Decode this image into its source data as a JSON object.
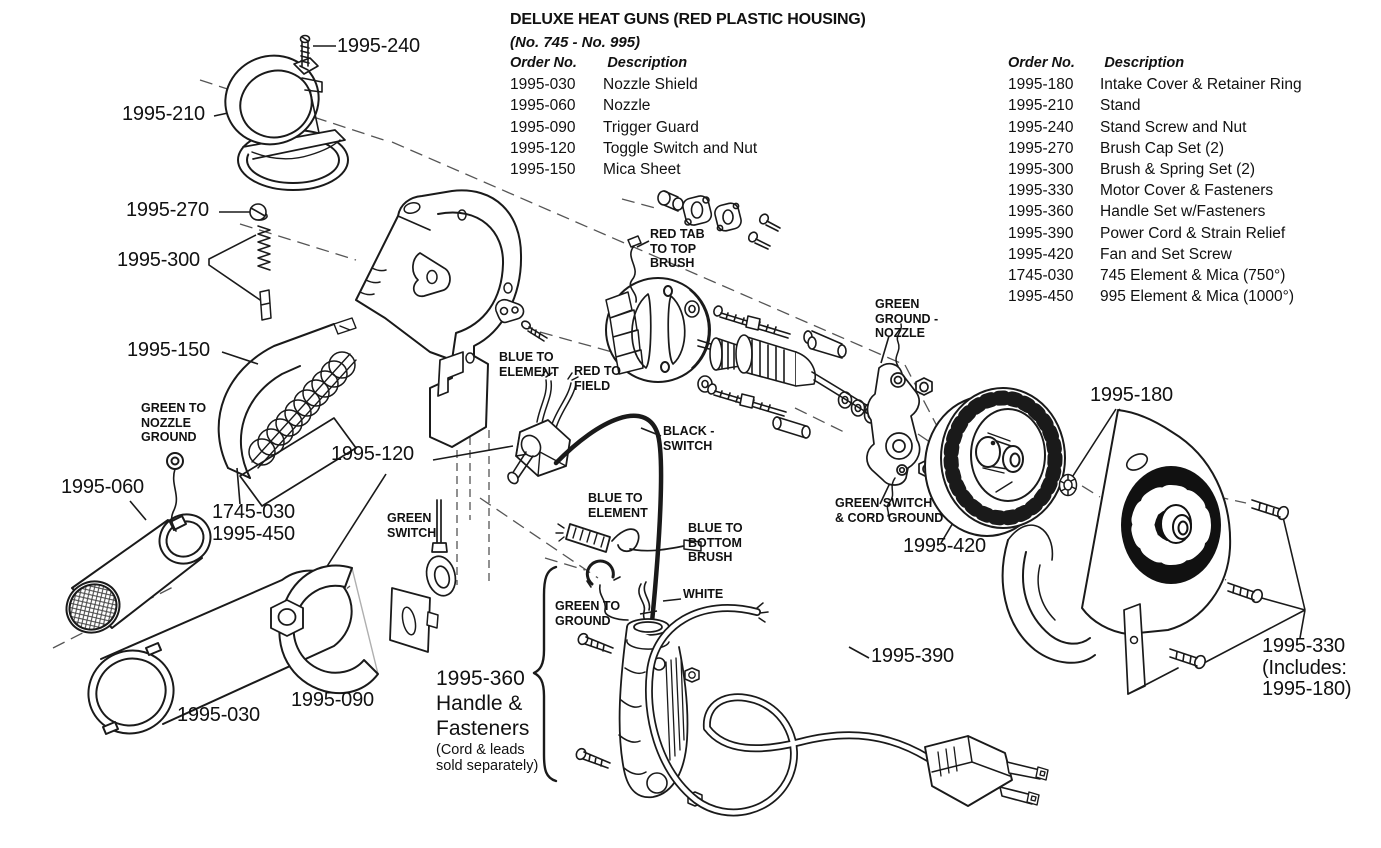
{
  "header": {
    "title": "DELUXE HEAT GUNS (RED PLASTIC HOUSING)",
    "subtitle": "(No. 745 - No. 995)"
  },
  "left_table": {
    "order_col": "Order No.",
    "desc_col": "Description",
    "rows": [
      {
        "no": "1995-030",
        "desc": "Nozzle Shield"
      },
      {
        "no": "1995-060",
        "desc": "Nozzle"
      },
      {
        "no": "1995-090",
        "desc": "Trigger Guard"
      },
      {
        "no": "1995-120",
        "desc": "Toggle Switch and Nut"
      },
      {
        "no": "1995-150",
        "desc": "Mica Sheet"
      }
    ]
  },
  "right_table": {
    "order_col": "Order No.",
    "desc_col": "Description",
    "rows": [
      {
        "no": "1995-180",
        "desc": "Intake Cover & Retainer Ring"
      },
      {
        "no": "1995-210",
        "desc": "Stand"
      },
      {
        "no": "1995-240",
        "desc": "Stand Screw and Nut"
      },
      {
        "no": "1995-270",
        "desc": "Brush Cap Set (2)"
      },
      {
        "no": "1995-300",
        "desc": "Brush & Spring Set (2)"
      },
      {
        "no": "1995-330",
        "desc": "Motor Cover & Fasteners"
      },
      {
        "no": "1995-360",
        "desc": "Handle Set w/Fasteners"
      },
      {
        "no": "1995-390",
        "desc": "Power Cord & Strain Relief"
      },
      {
        "no": "1995-420",
        "desc": "Fan and Set Screw"
      },
      {
        "no": "1745-030",
        "desc": "745 Element & Mica (750°)"
      },
      {
        "no": "1995-450",
        "desc": "995 Element & Mica (1000°)"
      }
    ]
  },
  "callouts": {
    "stand_screw": "1995-240",
    "stand": "1995-210",
    "brush_cap": "1995-270",
    "brush_spring": "1995-300",
    "mica_sheet": "1995-150",
    "green_nozzle_ground": "GREEN TO\nNOZZLE\nGROUND",
    "nozzle": "1995-060",
    "element": "1745-030\n1995-450",
    "nozzle_shield": "1995-030",
    "trigger_guard": "1995-090",
    "toggle_switch": "1995-120",
    "green_switch": "GREEN\nSWITCH",
    "blue_to_element_upper": "BLUE TO\nELEMENT",
    "red_to_field": "RED TO\nFIELD",
    "red_tab_top_brush": "RED TAB\nTO TOP\nBRUSH",
    "black_switch": "BLACK -\nSWITCH",
    "green_ground_nozzle": "GREEN\nGROUND -\nNOZZLE",
    "green_switch_cord_ground": "GREEN SWITCH\n& CORD GROUND",
    "fan": "1995-420",
    "intake_cover": "1995-180",
    "motor_cover": "1995-330\n(Includes:\n1995-180)",
    "blue_to_element_lower": "BLUE TO\nELEMENT",
    "blue_to_bottom_brush": "BLUE TO\nBOTTOM\nBRUSH",
    "white_wire": "WHITE",
    "green_to_ground": "GREEN TO\nGROUND",
    "handle_set": "1995-360\nHandle &\nFasteners",
    "handle_note": "(Cord & leads\nsold separately)",
    "power_cord": "1995-390"
  }
}
